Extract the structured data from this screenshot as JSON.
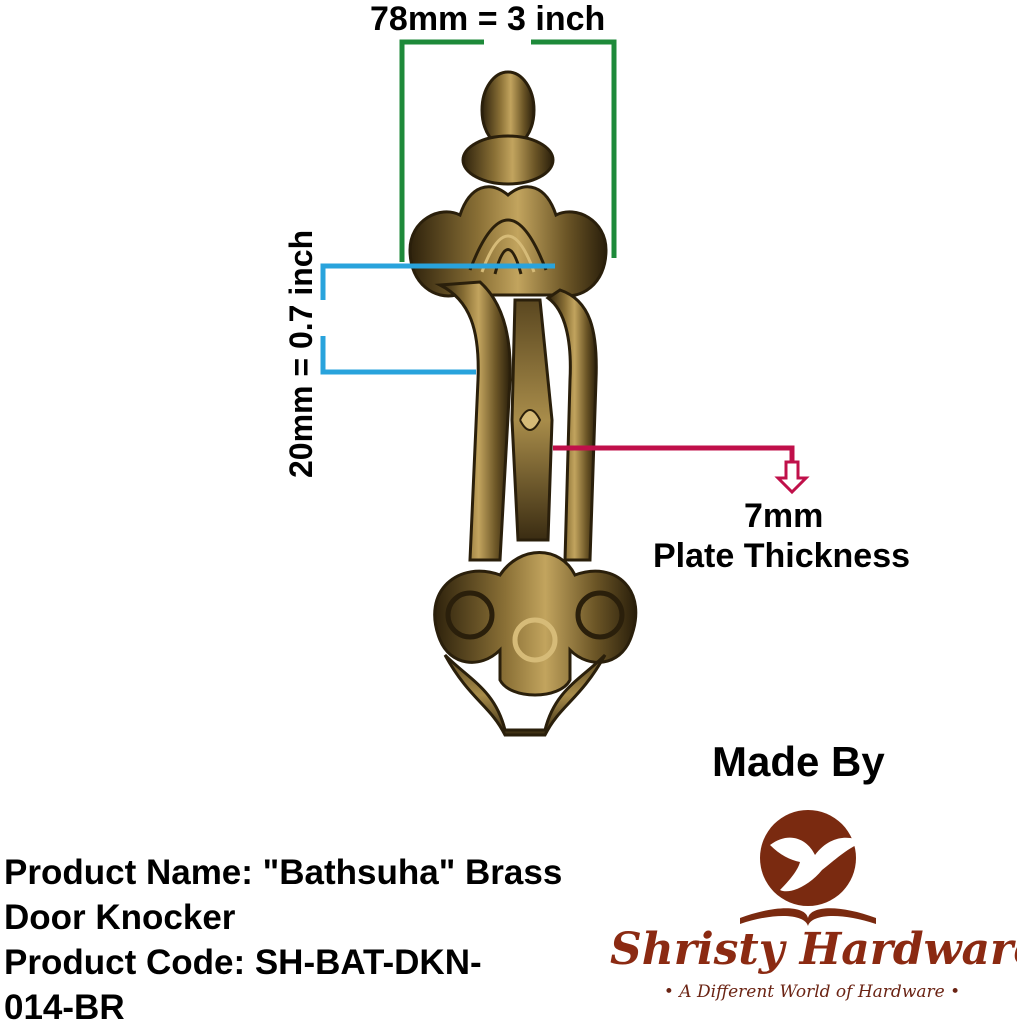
{
  "dimensions": {
    "width": "78mm = 3 inch",
    "height": "20mm = 0.7 inch",
    "thickness_value": "7mm",
    "thickness_caption": "Plate Thickness"
  },
  "product": {
    "name_line1": "Product Name: \"Bathsuha\" Brass",
    "name_line2": "Door Knocker",
    "code_line1": "Product Code: SH-BAT-DKN-",
    "code_line2": "014-BR"
  },
  "maker": {
    "made_by": "Made By",
    "brand_name": "Shristy Hardware",
    "tagline": "• A Different World of Hardware •"
  },
  "colors": {
    "width_line": "#1e8a3a",
    "height_line": "#29a3dc",
    "thickness_line": "#c0104a",
    "brand": "#8b2a12",
    "brass_dark": "#3a2c12",
    "brass_light": "#b89a55"
  }
}
